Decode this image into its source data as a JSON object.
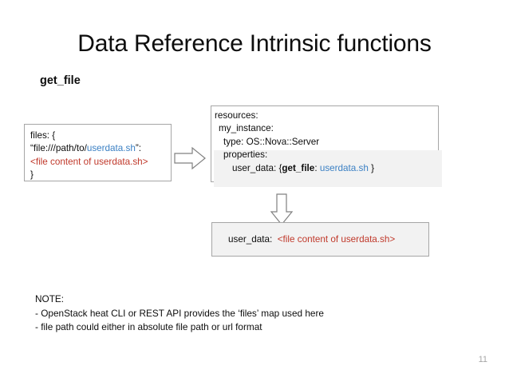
{
  "slide": {
    "title": "Data Reference Intrinsic functions",
    "subtitle": "get_file",
    "page_number": "11"
  },
  "files_box": {
    "line1": "files: {",
    "line2_prefix": "“file:///path/to/",
    "line2_link": "userdata.sh",
    "line2_suffix": "”:",
    "line3": "<file content of userdata.sh>",
    "line4": "}"
  },
  "resources_box": {
    "line1": "resources:",
    "line2": "my_instance:",
    "line3": "type: OS::Nova::Server",
    "line4": "properties:",
    "line5_prefix": "user_data: {",
    "line5_function": "get_file",
    "line5_colon": ": ",
    "line5_value": "userdata.sh",
    "line5_suffix": " }"
  },
  "result_box": {
    "key": "user_data:",
    "value": "<file content of userdata.sh>"
  },
  "note": {
    "heading": "NOTE:",
    "bullet1": "-  OpenStack heat CLI or REST API provides the ‘files’ map used here",
    "bullet2": "-   file path could either in absolute file path or url format"
  },
  "icons": {
    "arrow_right": "arrow-right-icon",
    "arrow_down": "arrow-down-icon"
  },
  "colors": {
    "link_blue": "#3c81c4",
    "highlight_red": "#c0392b",
    "box_border": "#a6a6a6",
    "shade_fill": "#f2f2f2"
  }
}
